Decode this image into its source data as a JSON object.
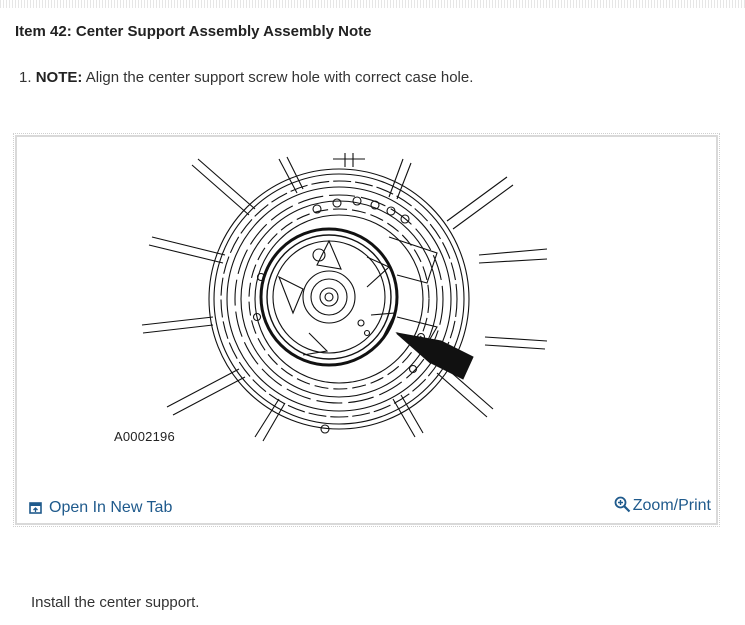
{
  "heading": "Item 42: Center Support Assembly Assembly Note",
  "step": {
    "number": "1.",
    "note_label": "NOTE:",
    "text": "Align the center support screw hole with correct case hole."
  },
  "figure": {
    "id_label": "A0002196",
    "open_link": "Open In New Tab",
    "zoom_link": "Zoom/Print"
  },
  "instruction": "Install the center support.",
  "colors": {
    "link": "#1f5a8c",
    "text": "#222222",
    "border": "#d9d9d9"
  },
  "icons": {
    "open": "open-new-tab-icon",
    "zoom": "zoom-magnifier-icon"
  }
}
